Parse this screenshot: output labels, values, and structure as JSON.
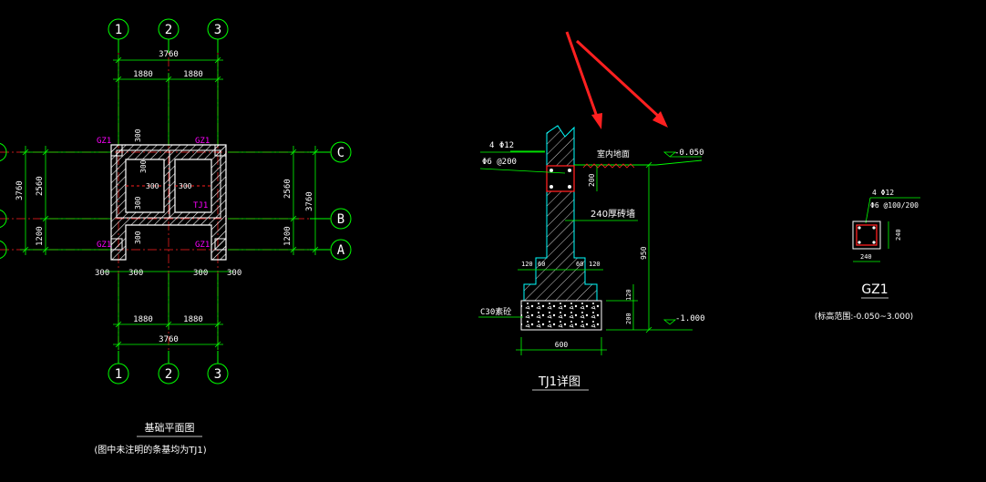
{
  "colors": {
    "background": "#000000",
    "dimension": "#00ff00",
    "wall": "#ffffff",
    "column_label": "#ff00ff",
    "rebar": "#ff2020",
    "axis_line": "#ff2020",
    "wall_hatch": "#00ffff",
    "annotation": "#ffffff",
    "arrow": "#ff2020"
  },
  "plan": {
    "axis_top": [
      "1",
      "2",
      "3"
    ],
    "axis_bottom": [
      "1",
      "2",
      "3"
    ],
    "axis_right": [
      "C",
      "B",
      "A"
    ],
    "dim_top_total": "3760",
    "dim_top_left": "1880",
    "dim_top_right": "1880",
    "dim_bottom_left": "1880",
    "dim_bottom_right": "1880",
    "dim_bottom_total": "3760",
    "dim_left_total": "3760",
    "dim_left_upper": "2560",
    "dim_left_lower": "1200",
    "dim_right_upper": "2560",
    "dim_right_lower": "1200",
    "dim_right_total": "3760",
    "gz_labels": [
      "GZ1",
      "GZ1",
      "GZ1",
      "GZ1"
    ],
    "tj_label": "TJ1",
    "inner_300_labels": [
      "300",
      "300",
      "300",
      "300",
      "300",
      "300"
    ],
    "bottom_300_labels": [
      "300",
      "300",
      "300",
      "300"
    ],
    "title": "基础平面图",
    "subtitle": "(图中未注明的条基均为TJ1)"
  },
  "section": {
    "rebar_main": "4 Φ12",
    "rebar_stirrup": "Φ6 @200",
    "floor_label": "室内地面",
    "elev_top": "-0.050",
    "height_200": "200",
    "wall_label": "240厚砖墙",
    "dim_950": "950",
    "dims_top": [
      "120",
      "60",
      "60",
      "120"
    ],
    "dim_120": "120",
    "dim_200": "200",
    "concrete_label": "C30素砼",
    "elev_bottom": "-1.000",
    "width_600": "600",
    "title": "TJ1详图"
  },
  "column": {
    "rebar_main": "4 Φ12",
    "rebar_stirrup": "Φ6 @100/200",
    "dim_240_side": "240",
    "dim_240_bottom": "240",
    "title": "GZ1",
    "note": "(标高范围:-0.050~3.000)"
  }
}
